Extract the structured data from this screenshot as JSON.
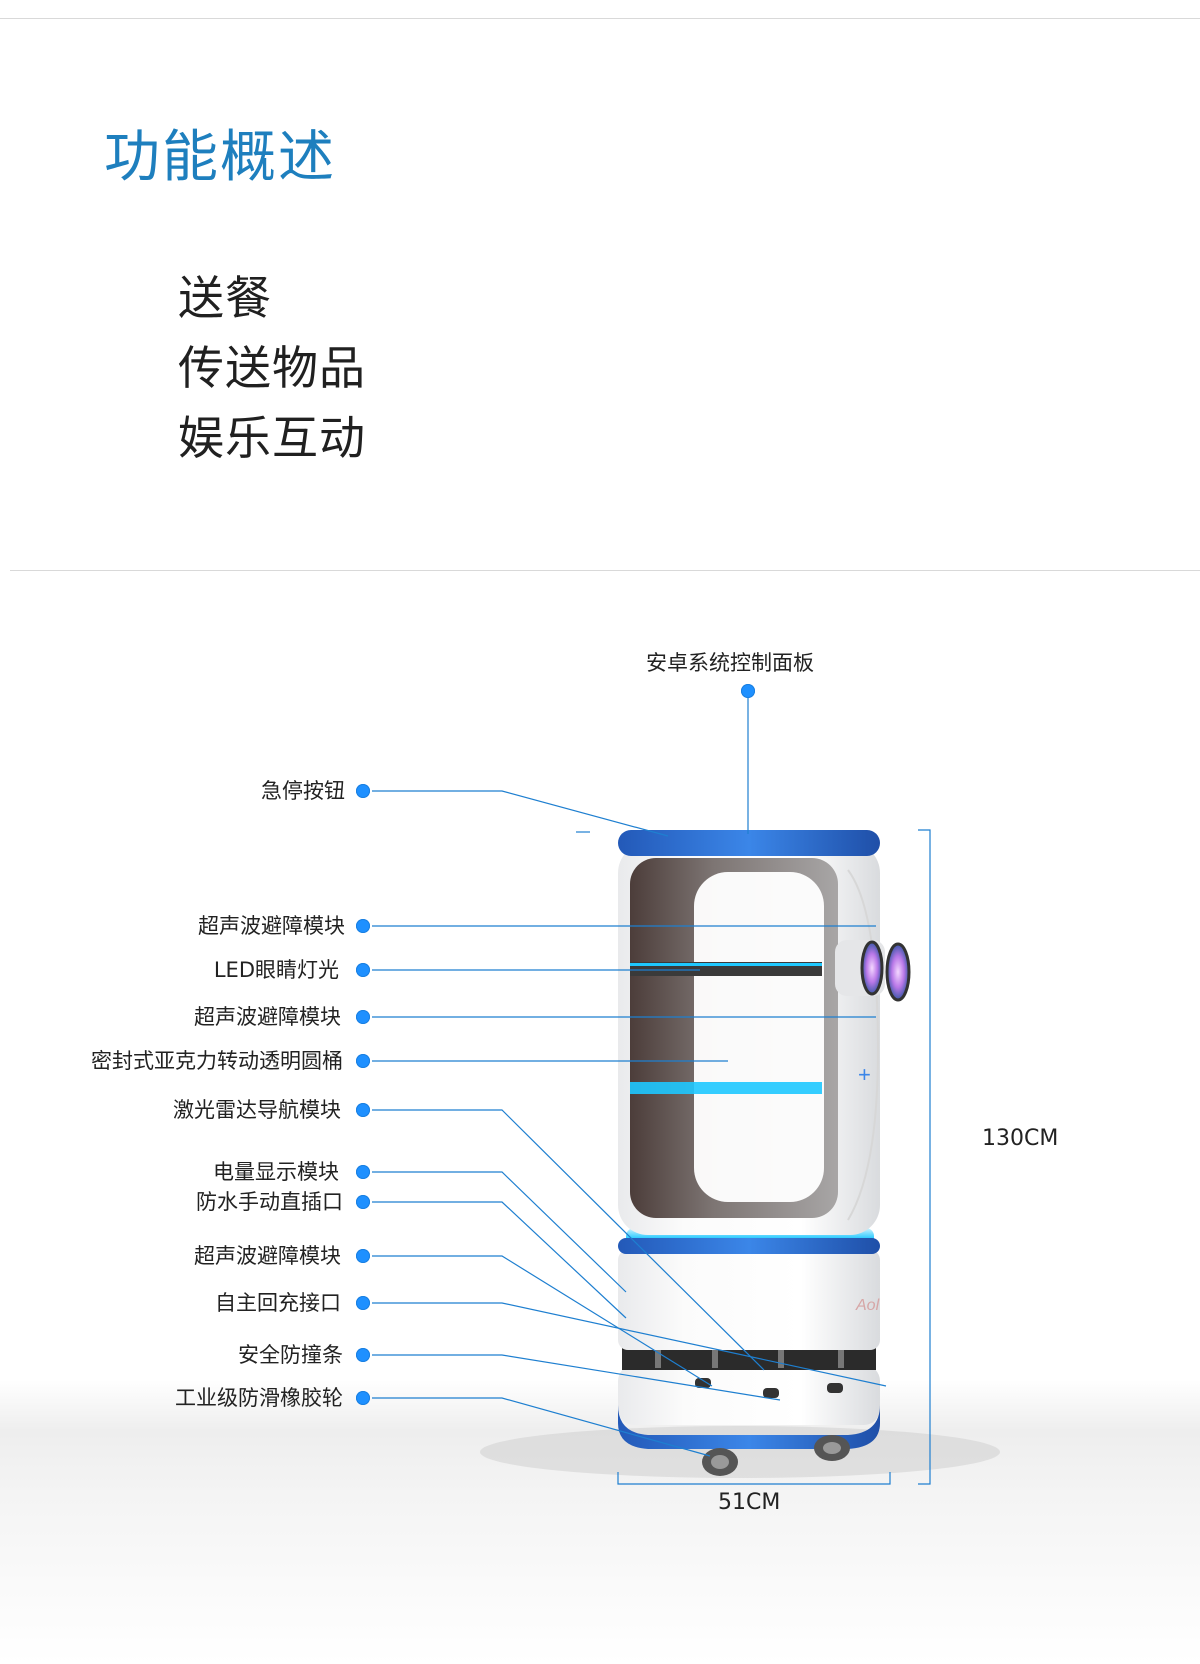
{
  "section_title": "功能概述",
  "features": [
    "送餐",
    "传送物品",
    "娱乐互动"
  ],
  "callouts": {
    "top": "安卓系统控制面板",
    "left": [
      "急停按钮",
      "超声波避障模块",
      "LED眼睛灯光",
      "超声波避障模块",
      "密封式亚克力转动透明圆桶",
      "激光雷达导航模块",
      "电量显示模块",
      "防水手动直插口",
      "超声波避障模块",
      "自主回充接口",
      "安全防撞条",
      "工业级防滑橡胶轮"
    ]
  },
  "dimensions": {
    "height": "130CM",
    "width": "51CM"
  },
  "colors": {
    "accent": "#1e7fbe",
    "dot": "#1e90ff",
    "robot_blue": "#2f6fd0",
    "glow": "#1ec8ff"
  },
  "robot_logo_text": "Aol"
}
